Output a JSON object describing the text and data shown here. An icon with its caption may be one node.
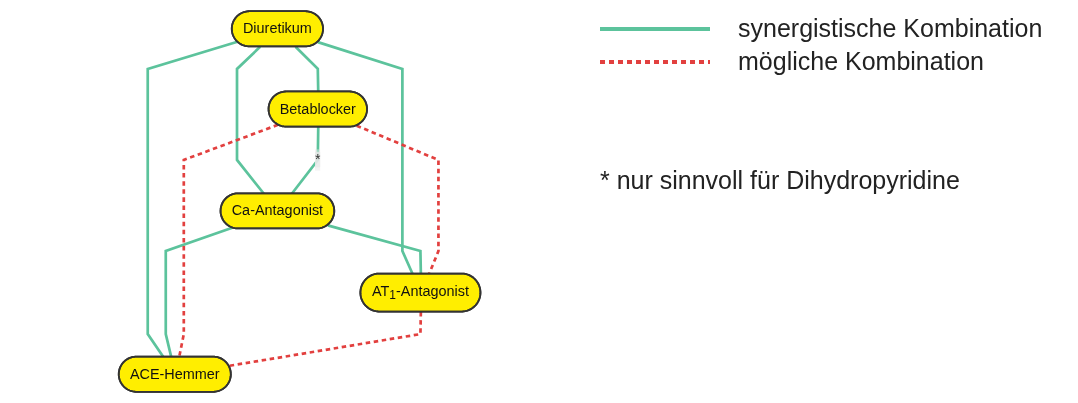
{
  "diagram": {
    "nodes": [
      {
        "text": [
          "Diuretikum"
        ]
      },
      {
        "text": [
          "Betablocker"
        ]
      },
      {
        "text": [
          "Ca-Antagonist"
        ]
      },
      {
        "text": [
          "AT$_{1}$-Antagonist"
        ]
      },
      {
        "text": [
          "ACE-Hemmer"
        ]
      }
    ],
    "edges": [
      {
        "from": 0,
        "to": 1,
        "arrow": "none"
      },
      {
        "from": 0,
        "to": 2,
        "arrow": "none"
      },
      {
        "from": 0,
        "to": 3,
        "arrow": "none"
      },
      {
        "from": 0,
        "to": 4,
        "arrow": "none"
      },
      {
        "from": 1,
        "to": 2,
        "arrow": "none",
        "label": "*"
      },
      {
        "from": 2,
        "to": 3,
        "arrow": "none"
      },
      {
        "from": 2,
        "to": 4,
        "arrow": "none"
      },
      {
        "from": 1,
        "to": 3,
        "arrow": "none",
        "style": "dashed",
        "color": "#e2403f"
      },
      {
        "from": 1,
        "to": 4,
        "arrow": "none",
        "style": "dashed",
        "color": "#e2403f"
      },
      {
        "from": 3,
        "to": 4,
        "arrow": "none",
        "style": "dashed",
        "color": "#e2403f"
      }
    ],
    "labels": [
      "* nur sinnvoll für Dihydropyridine"
    ],
    "legend": [
      {
        "text": "synergistische Kombination"
      },
      {
        "text": "mögliche Kombination"
      }
    ]
  }
}
